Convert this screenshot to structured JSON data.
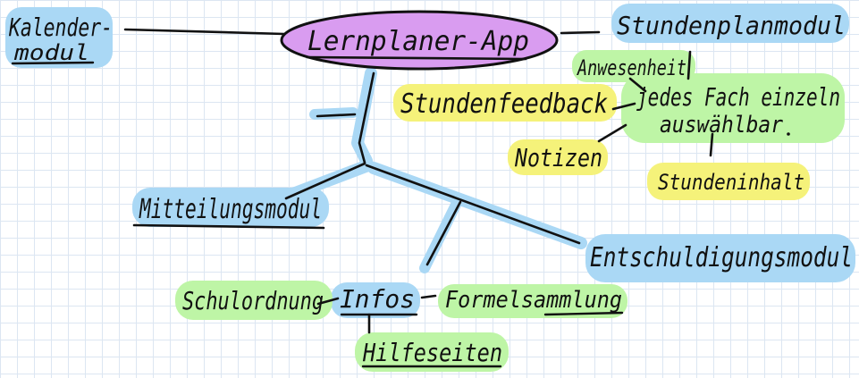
{
  "diagram": {
    "root": "Lernplaner-App",
    "modules": {
      "kalender": [
        "Kalender-",
        "modul"
      ],
      "stundenplan": "Stundenplanmodul",
      "mitteilungen": "Mitteilungsmodul",
      "entschuldigungen": "Entschuldigungsmodul",
      "infos": "Infos"
    },
    "stundenplan_details": {
      "anwesenheit": "Anwesenheit",
      "fach_auswahl": [
        "jedes Fach einzeln",
        "auswählbar"
      ],
      "stundenfeedback": "Stundenfeedback",
      "notizen": "Notizen",
      "stundeninhalt": "Stundeninhalt"
    },
    "infos_details": {
      "schulordnung": "Schulordnung",
      "formelsammlung": "Formelsammlung",
      "hilfeseiten": "Hilfeseiten"
    }
  },
  "colors": {
    "root_fill": "#d99cf0",
    "module_highlight": "#aad8f5",
    "feature_highlight_green": "#bef5a6",
    "feature_highlight_yellow": "#f5f27a",
    "ink": "#111111"
  }
}
